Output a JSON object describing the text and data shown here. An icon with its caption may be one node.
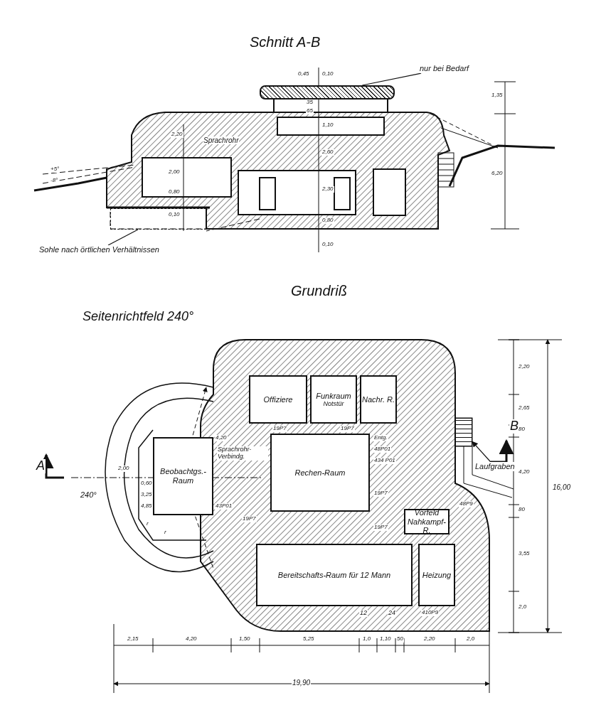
{
  "diagram": {
    "nodes": [
      {
        "text": [
          "nur bei Bedarf"
        ]
      },
      {
        "text": [],
        "shape": "box"
      },
      {
        "text": [
          "Sohle nach örtlichen Verhältnissen"
        ]
      },
      {
        "text": [],
        "shape": "box"
      },
      {
        "text": [
          "Laufgraben"
        ]
      },
      {
        "text": [],
        "shape": "box"
      },
      {
        "text": [
          "Offiziere"
        ]
      },
      {
        "text": [
          "Funkraum",
          "Notstür"
        ]
      },
      {
        "text": [
          "Nachr. R."
        ]
      },
      {
        "text": [
          "Beobachtgs.-Raum"
        ]
      },
      {
        "text": [
          "Rechen-Raum"
        ]
      },
      {
        "text": [
          "Vorfeld Nahkampf-R."
        ]
      },
      {
        "text": [
          "Bereitschafts-Raum für 12 Mann"
        ]
      },
      {
        "text": [
          "Heizung"
        ]
      }
    ],
    "edges": [
      {
        "from": 0,
        "to": 1,
        "arrow": "none"
      },
      {
        "from": 2,
        "to": 3,
        "arrow": "none"
      },
      {
        "from": 4,
        "to": 5,
        "arrow": "to"
      }
    ],
    "labels": [
      "Schnitt A-B",
      "0,45",
      "0,10",
      "35",
      "65",
      "1,10",
      "2,20",
      "Sprachrohr",
      "2,60",
      "+5°",
      "-8°",
      "2,00",
      "2,30",
      "0,80",
      "0,10",
      "0,80",
      "0,10",
      "1,35",
      "6,20",
      "Grundriß",
      "Seitenrichtfeld 240°",
      "A",
      "B",
      "240°",
      "2,00",
      "0,60",
      "3,25",
      "4,85",
      "r",
      "r",
      "4,20",
      "Sprachrohr-Verbindg.",
      "19P7",
      "19P7",
      "Entg.",
      "48P01",
      "434 P01",
      "43P01",
      "19P7",
      "19P7",
      "19P7",
      "48P9",
      "12",
      "24",
      "410P9",
      "2,20",
      "2,65",
      "80",
      "4,20",
      "80",
      "3,55",
      "2,0",
      "16,00",
      "2,15",
      "4,20",
      "1,50",
      "5,25",
      "1,0",
      "1,10",
      "50",
      "2,20",
      "2,0",
      "19,90"
    ]
  }
}
